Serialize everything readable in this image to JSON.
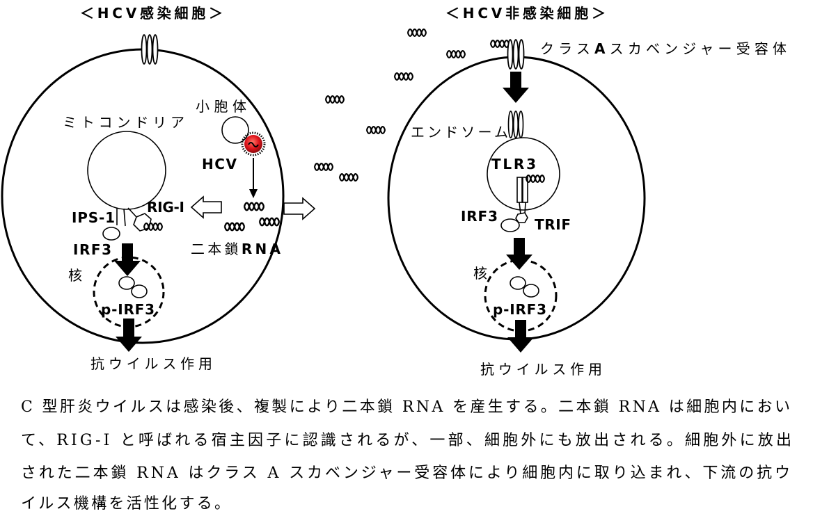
{
  "figure": {
    "infected_cell": {
      "title": "＜HCV感染細胞＞",
      "mitochondria_label": "ミトコンドリア",
      "er_label": "小胞体",
      "hcv_label": "HCV",
      "rig_label": "RIG-I",
      "ips_label": "IPS-1",
      "irf3_label": "IRF3",
      "dsrna_label": {
        "prefix": "二本鎖",
        "abbr": "RNA"
      },
      "nucleus_label": "核",
      "pirf3_label": "p-IRF3",
      "effect_label": "抗ウイルス作用"
    },
    "uninfected_cell": {
      "title": "＜HCV非感染細胞＞",
      "receptor_label": {
        "before": "クラス",
        "letter": "A",
        "after": "スカベンジャー受容体"
      },
      "endosome_label": "エンドソーム",
      "tlr3_label": "TLR3",
      "irf3_label": "IRF3",
      "trif_label": "TRIF",
      "nucleus_label": "核",
      "pirf3_label": "p-IRF3",
      "effect_label": "抗ウイルス作用"
    }
  },
  "caption": {
    "lines": [
      "C 型肝炎ウイルスは感染後、複製により二本鎖 RNA を産生する。二本鎖 RNA は細胞内におい",
      "て、RIG-I と呼ばれる宿主因子に認識されるが、一部、細胞外にも放出される。細胞外に放出",
      "された二本鎖 RNA はクラス A スカベンジャー受容体により細胞内に取り込まれ、下流の抗ウ",
      "イルス機構を活性化する。"
    ]
  },
  "colors": {
    "line": "#000000",
    "background": "#ffffff",
    "virus_core": "#e0141b",
    "virus_edge": "#8a0a0e"
  }
}
